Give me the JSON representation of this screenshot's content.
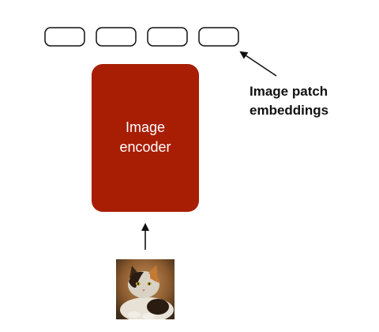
{
  "patches": {
    "count": 4
  },
  "encoder": {
    "label_line1": "Image",
    "label_line2": "encoder",
    "fill_color": "#A81E04",
    "text_color": "#ffffff"
  },
  "annotation": {
    "line1": "Image patch",
    "line2": "embeddings"
  },
  "input_image": {
    "subject": "cat-photo"
  }
}
